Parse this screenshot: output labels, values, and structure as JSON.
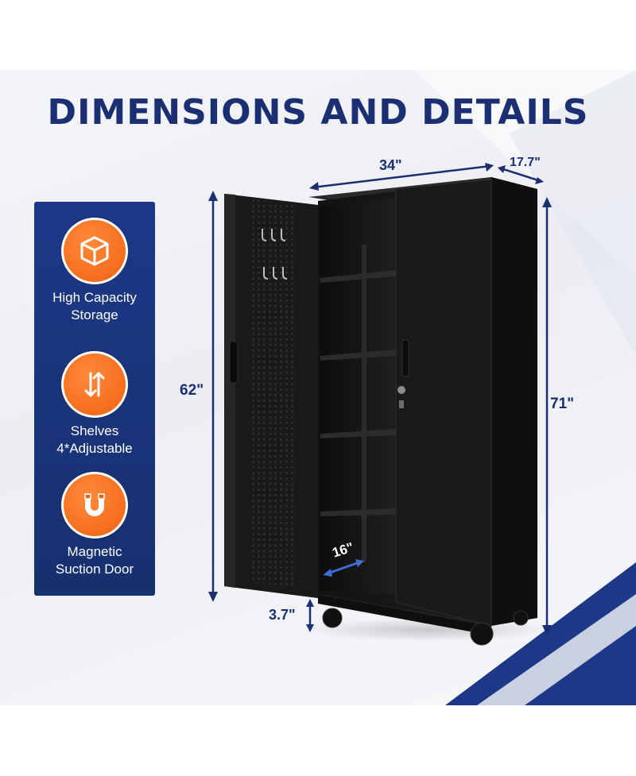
{
  "title": "DIMENSIONS AND DETAILS",
  "features": [
    {
      "icon": "box-icon",
      "line1": "High Capacity",
      "line2": "Storage"
    },
    {
      "icon": "adjust-arrows-icon",
      "line1": "Shelves",
      "line2": "4*Adjustable"
    },
    {
      "icon": "magnet-icon",
      "line1": "Magnetic",
      "line2": "Suction Door"
    }
  ],
  "dimensions": {
    "width": "34\"",
    "depth": "17.7\"",
    "inner_height": "62\"",
    "total_height": "71\"",
    "wheel_height": "3.7\"",
    "shelf_depth": "16\""
  },
  "colors": {
    "navy": "#1b2f72",
    "panel": "#1d3887",
    "accent": "#f06212",
    "cabinet": "#161616"
  }
}
